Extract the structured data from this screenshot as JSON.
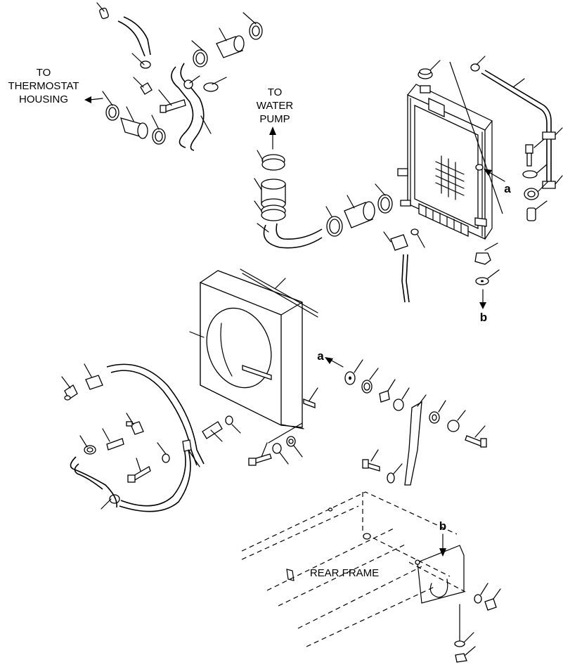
{
  "labels": {
    "thermostat": [
      "TO",
      "THERMOSTAT",
      "HOUSING"
    ],
    "water_pump": [
      "TO",
      "WATER",
      "PUMP"
    ],
    "rear_frame": "REAR FRAME",
    "ref_a_radiator": "a",
    "ref_a_shroud": "a",
    "ref_b_radiator": "b",
    "ref_b_frame": "b"
  }
}
